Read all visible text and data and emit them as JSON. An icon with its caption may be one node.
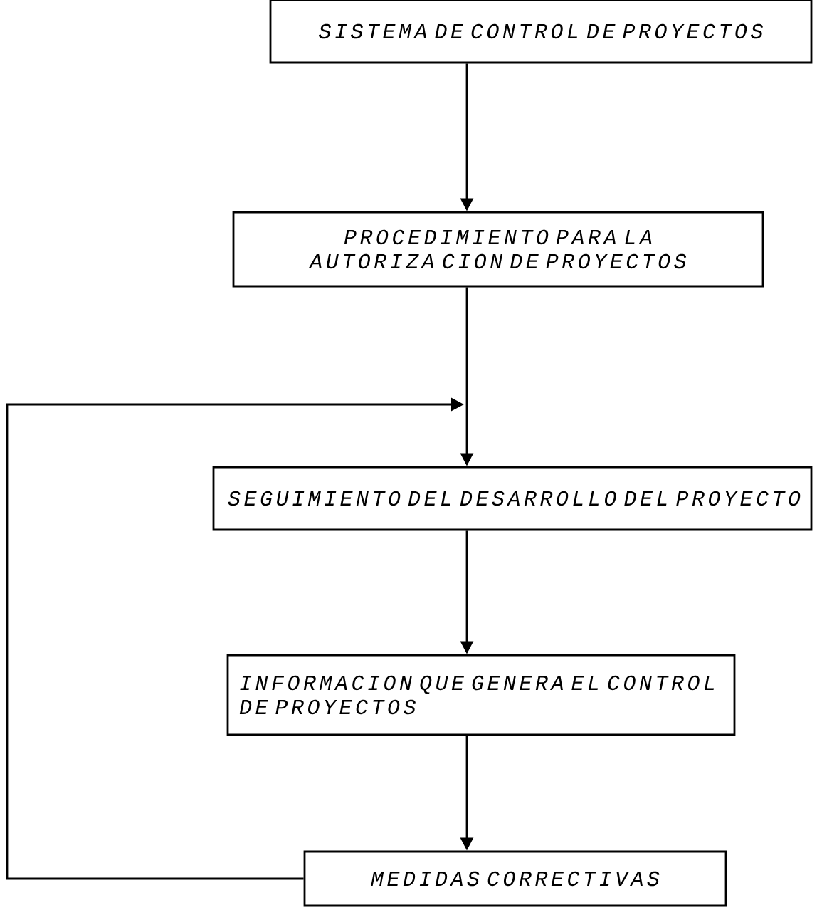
{
  "diagram": {
    "nodes": [
      {
        "text": [
          "SISTEMA DE CONTROL DE PROYECTOS"
        ]
      },
      {
        "text": [
          "PROCEDIMIENTO PARA LA AUTORIZA CION DE PROYECTOS"
        ]
      },
      {
        "text": [
          "SEGUIMIENTO DEL DESARROLLO DEL PROYECTO"
        ]
      },
      {
        "text": [
          "INFORMACION QUE GENERA EL CONTROL DE PROYECTOS"
        ]
      },
      {
        "text": [
          "MEDIDAS CORRECTIVAS"
        ]
      }
    ],
    "edges": [
      {
        "from": 0,
        "to": 1,
        "arrow": "to"
      },
      {
        "from": 1,
        "to": 2,
        "arrow": "to"
      },
      {
        "from": 2,
        "to": 3,
        "arrow": "to"
      },
      {
        "from": 3,
        "to": 4,
        "arrow": "to"
      },
      {
        "from": 4,
        "to": null,
        "arrow": "to"
      }
    ]
  }
}
